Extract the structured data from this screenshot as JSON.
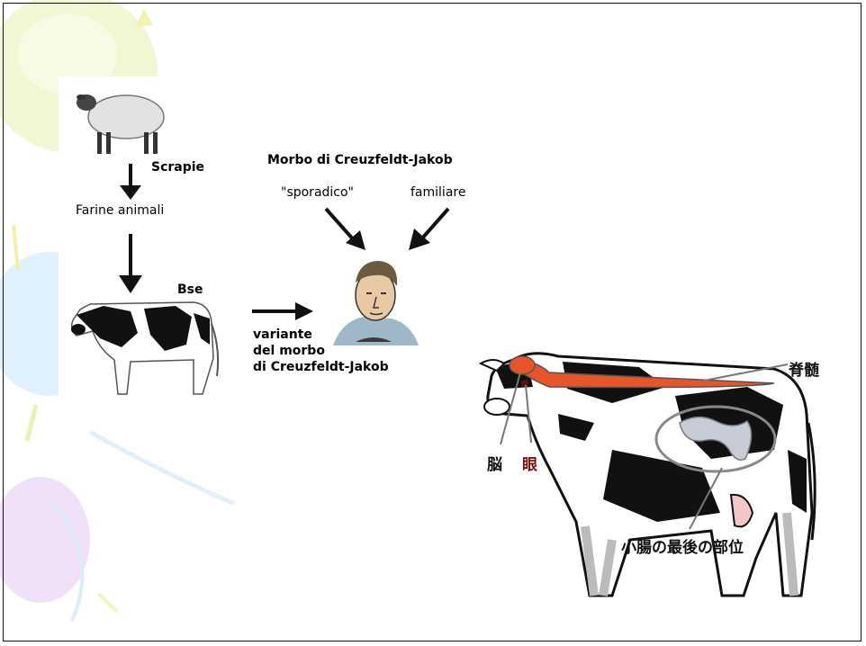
{
  "diagram": {
    "scrapie_label": "Scrapie",
    "farine_label": "Farine animali",
    "bse_label": "Bse",
    "cjd_title": "Morbo di Creuzfeldt-Jakob",
    "sporadic_label": "\"sporadico\"",
    "familial_label": "familiare",
    "variant_label": [
      "variante",
      "del morbo",
      "di Creuzfeldt-Jakob"
    ]
  },
  "cow_anatomy": {
    "spinal_cord_label": "脊髄",
    "brain_label": "脳",
    "eye_label": "眼",
    "intestine_label": "小腸の最後の部位",
    "colors": {
      "spinal_cord": "#e8552a",
      "eye_label": "#7a1010",
      "intestine": "#c8ccd8"
    }
  }
}
